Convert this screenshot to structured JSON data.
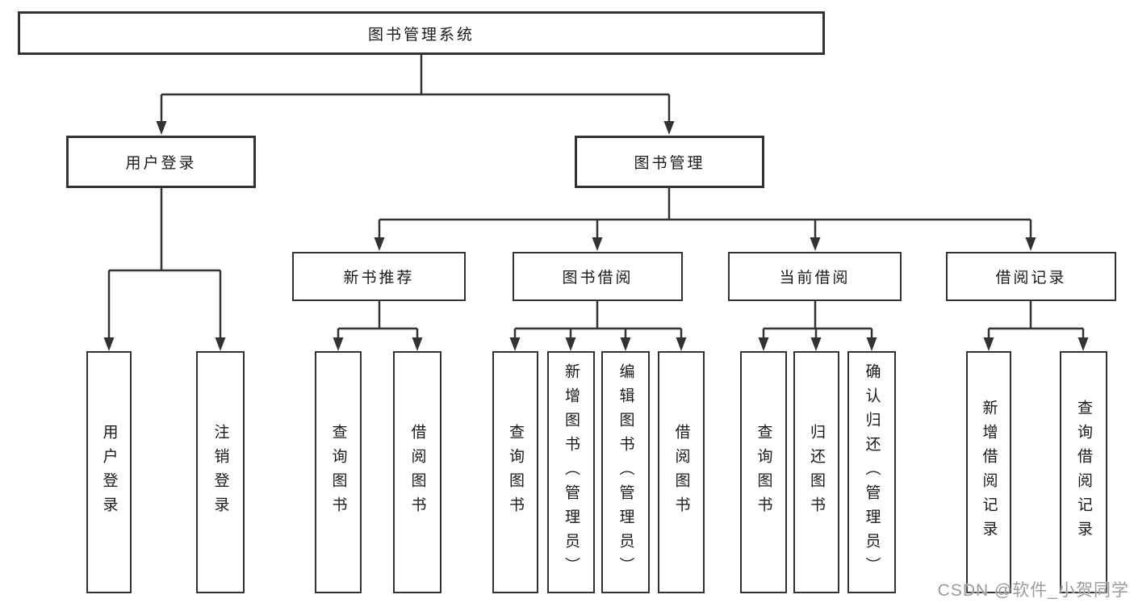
{
  "diagram_title": "图书管理系统",
  "tree": {
    "label": "图书管理系统",
    "children": [
      {
        "id": "user_login",
        "label": "用户登录",
        "children": [
          {
            "id": "user_login_action",
            "label": "用户登录"
          },
          {
            "id": "logout_action",
            "label": "注销登录"
          }
        ]
      },
      {
        "id": "book_management",
        "label": "图书管理",
        "children": [
          {
            "id": "new_book_recommend",
            "label": "新书推荐",
            "children": [
              {
                "id": "recommend_query_books",
                "label": "查询图书"
              },
              {
                "id": "recommend_borrow_books",
                "label": "借阅图书"
              }
            ]
          },
          {
            "id": "book_borrow",
            "label": "图书借阅",
            "children": [
              {
                "id": "borrow_query_books",
                "label": "查询图书"
              },
              {
                "id": "borrow_add_books",
                "label": "新增图书（管理员）"
              },
              {
                "id": "borrow_edit_books",
                "label": "编辑图书（管理员）"
              },
              {
                "id": "borrow_lend_books",
                "label": "借阅图书"
              }
            ]
          },
          {
            "id": "current_borrow",
            "label": "当前借阅",
            "children": [
              {
                "id": "current_query_books",
                "label": "查询图书"
              },
              {
                "id": "current_return_books",
                "label": "归还图书"
              },
              {
                "id": "current_confirm_return",
                "label": "确认归还（管理员）"
              }
            ]
          },
          {
            "id": "borrow_records",
            "label": "借阅记录",
            "children": [
              {
                "id": "records_add_record",
                "label": "新增借阅记录"
              },
              {
                "id": "records_query_record",
                "label": "查询借阅记录"
              }
            ]
          }
        ]
      }
    ]
  },
  "watermark": {
    "text": "CSDN @软件_小贺同学"
  },
  "colors": {
    "line": "#333333",
    "box_border": "#333333",
    "box_fill": "#ffffff",
    "text": "#1a1a1a",
    "watermark": "#9b9b9b",
    "background": "#ffffff"
  }
}
